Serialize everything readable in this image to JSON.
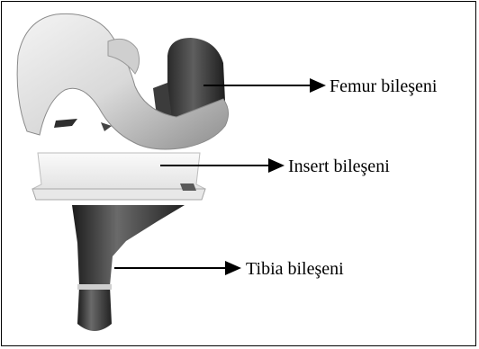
{
  "figure": {
    "labels": {
      "femur": "Femur bileşeni",
      "insert": "Insert bileşeni",
      "tibia": "Tibia bileşeni"
    }
  },
  "colors": {
    "metal_light": "#e6e6e6",
    "metal_shadow": "#9a9a9a",
    "dark_component": "#3a3a3a",
    "insert_white": "#f2f2f2",
    "frame_border": "#000000"
  }
}
